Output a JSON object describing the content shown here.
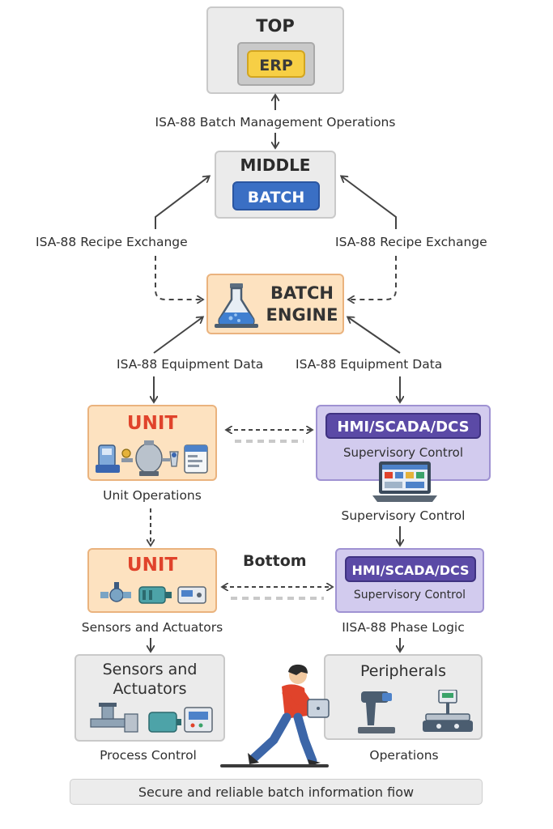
{
  "top": {
    "title": "TOP",
    "erp": "ERP"
  },
  "middle": {
    "title": "MIDDLE",
    "batch": "BATCH"
  },
  "engine": {
    "line1": "BATCH",
    "line2": "ENGINE"
  },
  "labels": {
    "batch_mgmt": "ISA-88 Batch Management Operations",
    "recipe_left": "ISA-88 Recipe Exchange",
    "recipe_right": "ISA-88 Recipe Exchange",
    "equip_left": "ISA-88 Equipment Data",
    "equip_right": "ISA-88 Equipment Data",
    "unit_ops": "Unit Operations",
    "supervisory_below": "Supervisory Control",
    "bottom": "Bottom",
    "sensors_actuators": "Sensors and Actuators",
    "phase_logic": "IISA-88 Phase Logic",
    "process_control": "Process Control",
    "operations": "Operations"
  },
  "unit1": {
    "title": "UNIT"
  },
  "hmi1": {
    "title": "HMI/SCADA/DCS",
    "sub": "Supervisory Control"
  },
  "unit2": {
    "title": "UNIT"
  },
  "hmi2": {
    "title": "HMI/SCADA/DCS",
    "sub": "Supervisory Control"
  },
  "sensors_box": {
    "line1": "Sensors and",
    "line2": "Actuators"
  },
  "peripherals": {
    "title": "Peripherals"
  },
  "footer": {
    "text": "Secure and reliable batch information fiow"
  },
  "colors": {
    "erp_yellow": "#f7cf45",
    "batch_blue": "#3a6fc4",
    "unit_red": "#e0432b",
    "hmi_purple": "#5b4aa6"
  }
}
